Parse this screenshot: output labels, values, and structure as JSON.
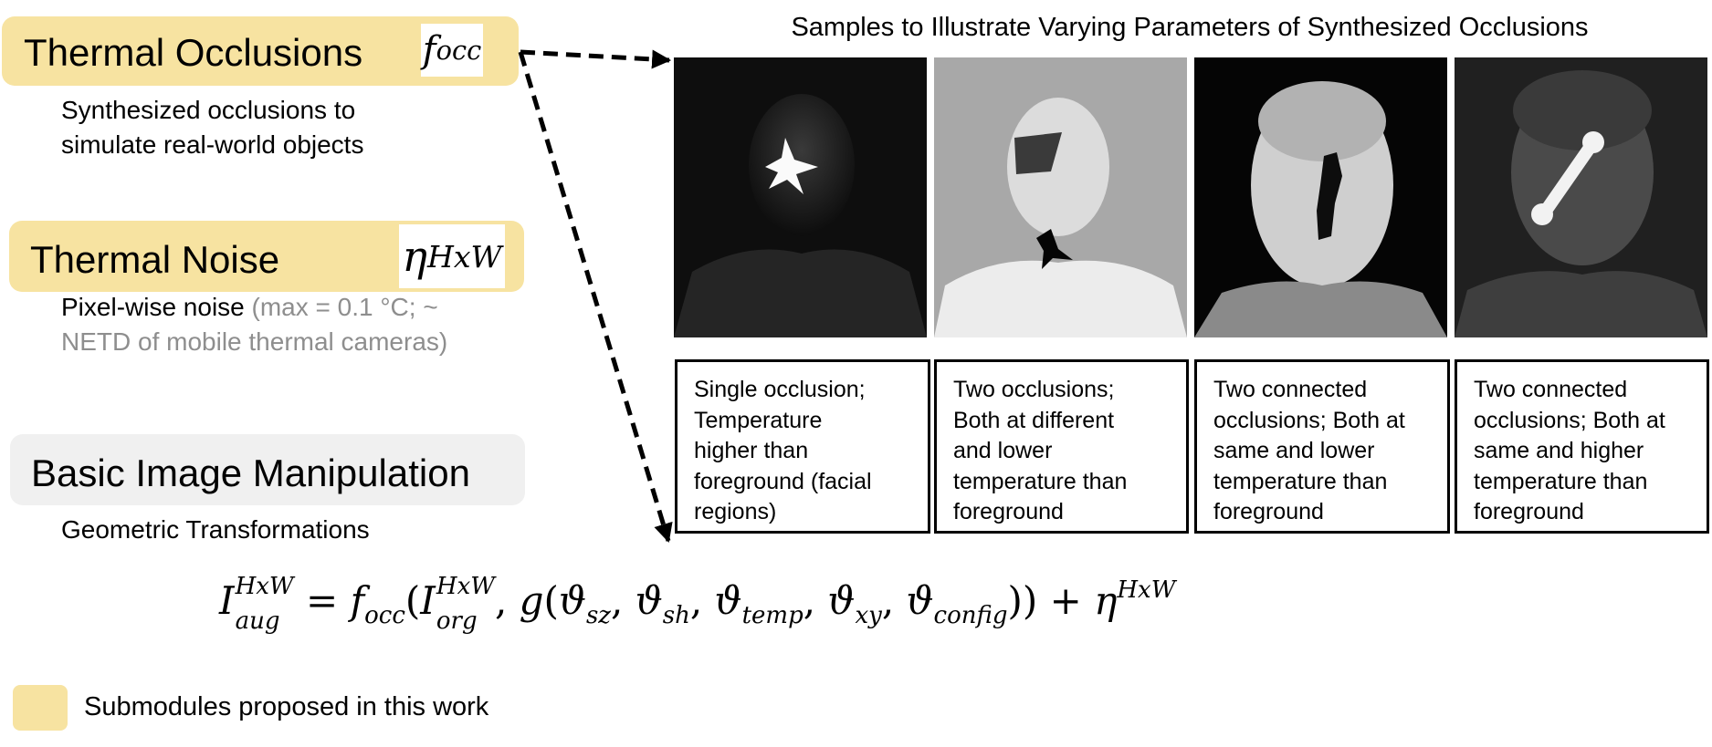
{
  "modules": [
    {
      "id": "thermal-occlusions",
      "title": "Thermal Occlusions",
      "symbol_base": "f",
      "symbol_sub": "occ",
      "desc_lines": [
        "Synthesized occlusions to",
        "simulate real-world objects"
      ],
      "highlight": "yellow"
    },
    {
      "id": "thermal-noise",
      "title": "Thermal Noise",
      "symbol_base": "η",
      "symbol_sup": "HxW",
      "desc_line1_black": "Pixel-wise noise",
      "desc_line1_gray": " (max = 0.1 °C; ~",
      "desc_line2_gray": "NETD of mobile thermal cameras)",
      "highlight": "yellow"
    },
    {
      "id": "basic-image-manipulation",
      "title": "Basic Image Manipulation",
      "desc_lines": [
        "Geometric Transformations"
      ],
      "highlight": "gray"
    }
  ],
  "samples_title": "Samples to Illustrate Varying Parameters of Synthesized Occlusions",
  "samples": [
    {
      "caption_lines": [
        "Single occlusion;",
        "Temperature",
        "higher than",
        "foreground (facial",
        "regions)"
      ]
    },
    {
      "caption_lines": [
        "Two occlusions;",
        "Both at different",
        "and lower",
        "temperature than",
        "foreground"
      ]
    },
    {
      "caption_lines": [
        "Two connected",
        "occlusions; Both at",
        "same and lower",
        "temperature than",
        "foreground"
      ]
    },
    {
      "caption_lines": [
        "Two connected",
        "occlusions; Both at",
        "same and higher",
        "temperature than",
        "foreground"
      ]
    }
  ],
  "formula": {
    "lhs_base": "I",
    "lhs_sup": "HxW",
    "lhs_sub": "aug",
    "eq": "=",
    "f_base": "f",
    "f_sub": "occ",
    "open": "(",
    "i_base": "I",
    "i_sup": "HxW",
    "i_sub": "org",
    "g": "g",
    "theta": "ϑ",
    "params": [
      "sz",
      "sh",
      "temp",
      "xy",
      "config"
    ],
    "close": "))",
    "plus": "+",
    "eta": "η",
    "eta_sup": "HxW"
  },
  "legend": {
    "label": "Submodules proposed in this work",
    "color": "#f7e3a1"
  },
  "colors": {
    "highlight": "#f7e3a1",
    "gray_box": "#f0f0f0",
    "muted_text": "#8e8e8e"
  }
}
